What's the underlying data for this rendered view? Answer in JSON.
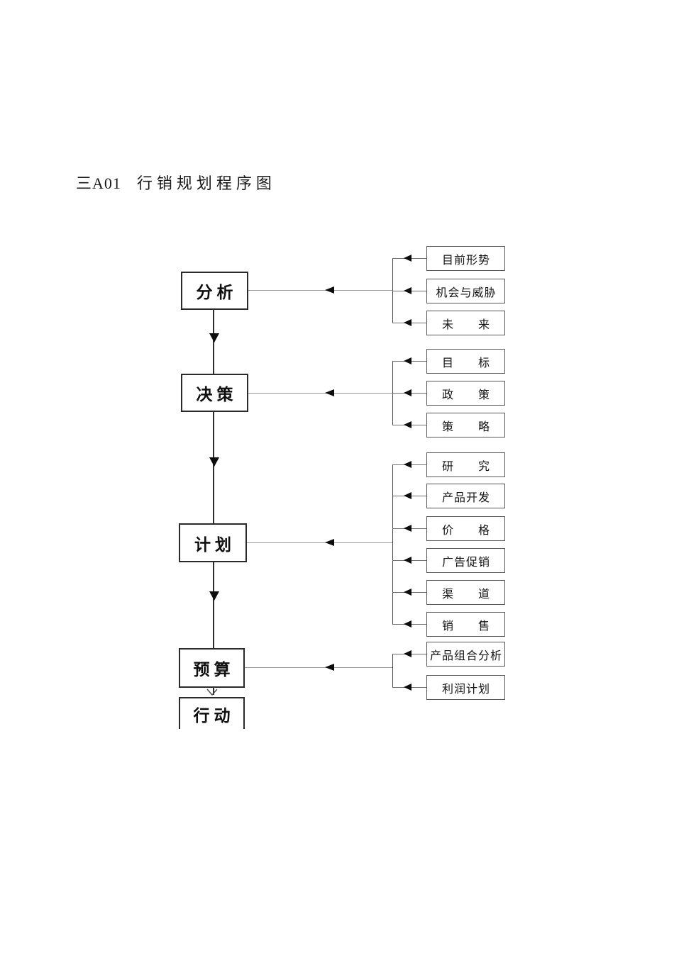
{
  "page": {
    "title_code": "三A01",
    "title_text": "行销规划程序图"
  },
  "flowchart": {
    "main_steps": [
      {
        "id": "analysis",
        "label": "分析"
      },
      {
        "id": "decision",
        "label": "决策"
      },
      {
        "id": "plan",
        "label": "计划"
      },
      {
        "id": "budget",
        "label": "预算"
      },
      {
        "id": "action",
        "label": "行动"
      }
    ],
    "groups": [
      {
        "parent": "分析",
        "items": [
          {
            "label": "目前形势"
          },
          {
            "label": "机会与威胁"
          },
          {
            "label": "未　　来"
          }
        ]
      },
      {
        "parent": "决策",
        "items": [
          {
            "label": "目　　标"
          },
          {
            "label": "政　　策"
          },
          {
            "label": "策　　略"
          }
        ]
      },
      {
        "parent": "计划",
        "items": [
          {
            "label": "研　　究"
          },
          {
            "label": "产品开发"
          },
          {
            "label": "价　　格"
          },
          {
            "label": "广告促销"
          },
          {
            "label": "渠　　道"
          },
          {
            "label": "销　　售"
          }
        ]
      },
      {
        "parent": "预算",
        "items": [
          {
            "label": "产品组合分析"
          },
          {
            "label": "利润计划"
          }
        ]
      }
    ],
    "colors": {
      "background": "#ffffff",
      "text": "#141414",
      "main_border": "#2a2a2a",
      "item_border": "#585858",
      "line": "#979797",
      "arrow": "#0d0d0d"
    }
  }
}
